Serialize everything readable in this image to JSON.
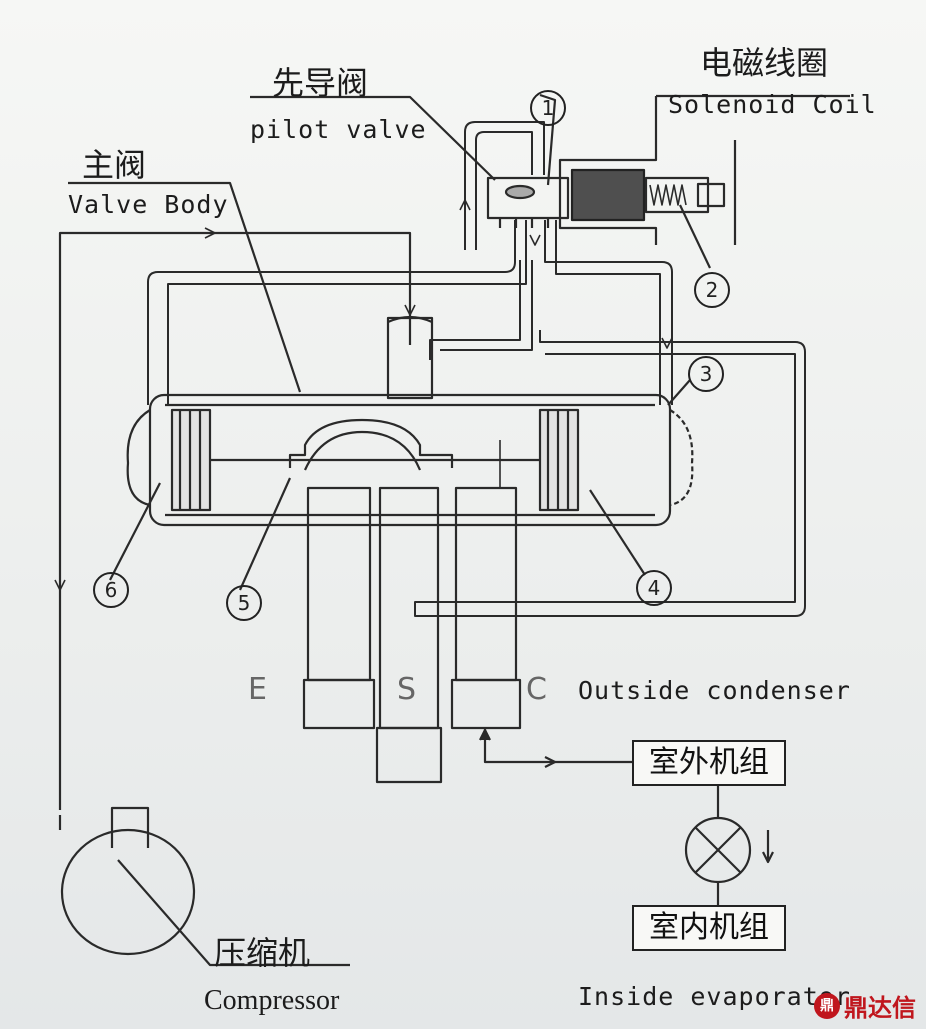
{
  "labels": {
    "pilot_valve_cn": "先导阀",
    "pilot_valve_en": "pilot valve",
    "solenoid_coil_cn": "电磁线圈",
    "solenoid_coil_en": "Solenoid Coil",
    "valve_body_cn": "主阀",
    "valve_body_en": "Valve Body",
    "compressor_cn": "压缩机",
    "compressor_en": "Compressor",
    "outside_condenser_en": "Outside condenser",
    "outdoor_unit_cn": "室外机组",
    "indoor_unit_cn": "室内机组",
    "inside_evaporator_en": "Inside evaporator"
  },
  "ports": {
    "e": "E",
    "s": "S",
    "c": "C"
  },
  "callouts": [
    "1",
    "2",
    "3",
    "4",
    "5",
    "6"
  ],
  "watermark": {
    "logo_glyph": "鼎",
    "text": "鼎达信"
  },
  "colors": {
    "line": "#2a2a2a",
    "background": "#f4f5f3",
    "solenoid_core": "#555555",
    "watermark": "#c0161d"
  }
}
